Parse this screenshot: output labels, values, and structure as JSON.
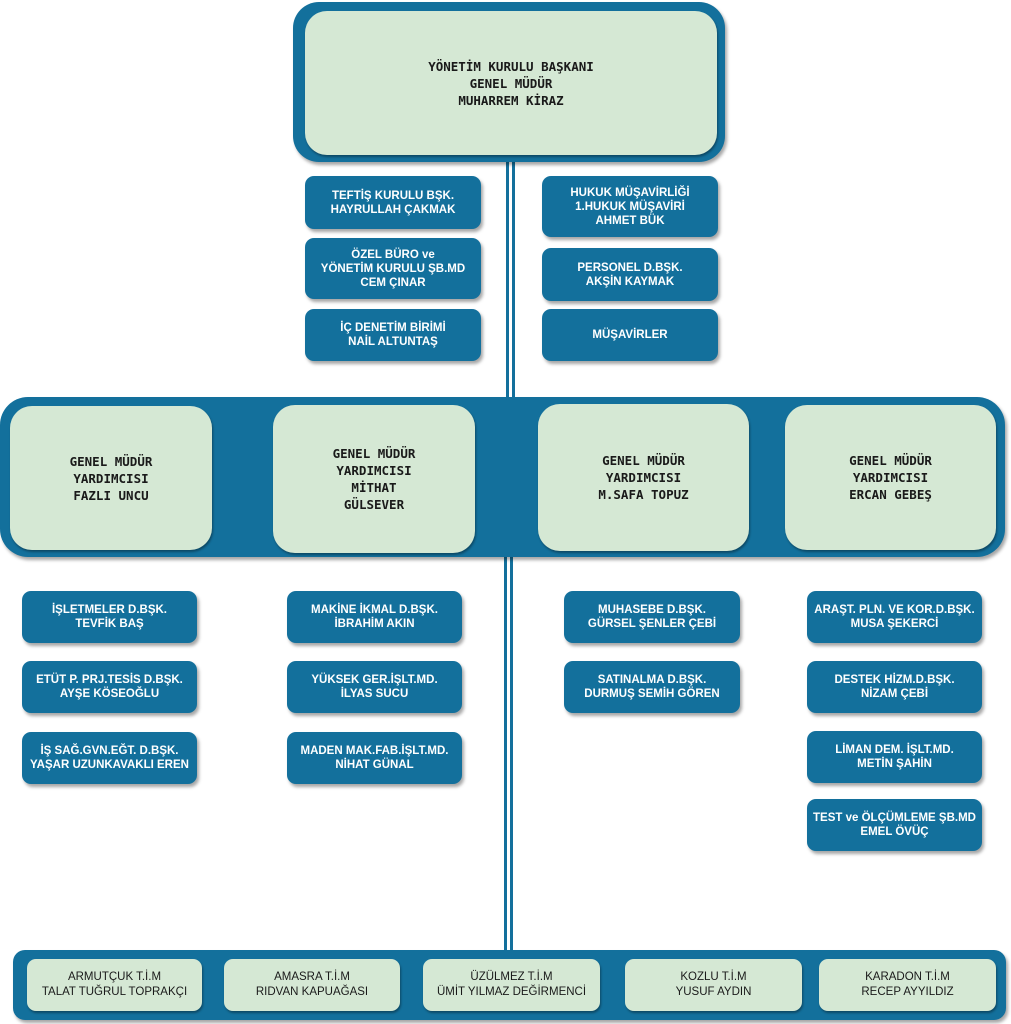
{
  "colors": {
    "frame": "#13709c",
    "inner": "#d5e8d4",
    "box_text": "#ffffff",
    "inner_text": "#1a1a1a"
  },
  "top": {
    "lines": [
      "YÖNETİM KURULU BAŞKANI",
      "GENEL MÜDÜR",
      "MUHARREM KİRAZ"
    ]
  },
  "staff_left": [
    {
      "lines": [
        "TEFTİŞ KURULU BŞK.",
        "HAYRULLAH ÇAKMAK"
      ]
    },
    {
      "lines": [
        "ÖZEL BÜRO ve",
        "YÖNETİM KURULU ŞB.MD",
        "CEM ÇINAR"
      ]
    },
    {
      "lines": [
        "İÇ DENETİM BİRİMİ",
        "NAİL ALTUNTAŞ"
      ]
    }
  ],
  "staff_right": [
    {
      "lines": [
        "HUKUK MÜŞAVİRLİĞİ",
        "1.HUKUK MÜŞAVİRİ",
        "AHMET BÜK"
      ]
    },
    {
      "lines": [
        "PERSONEL D.BŞK.",
        "AKŞİN KAYMAK"
      ]
    },
    {
      "lines": [
        "MÜŞAVİRLER"
      ]
    }
  ],
  "deputies": [
    {
      "lines": [
        "GENEL MÜDÜR",
        "YARDIMCISI",
        "FAZLI UNCU"
      ]
    },
    {
      "lines": [
        "GENEL MÜDÜR",
        "YARDIMCISI",
        "MİTHAT",
        "GÜLSEVER"
      ]
    },
    {
      "lines": [
        "GENEL MÜDÜR",
        "YARDIMCISI",
        "M.SAFA TOPUZ"
      ]
    },
    {
      "lines": [
        "GENEL MÜDÜR",
        "YARDIMCISI",
        "ERCAN GEBEŞ"
      ]
    }
  ],
  "departments": [
    [
      {
        "lines": [
          "İŞLETMELER D.BŞK.",
          "TEVFİK BAŞ"
        ]
      },
      {
        "lines": [
          "ETÜT P. PRJ.TESİS D.BŞK.",
          "AYŞE KÖSEOĞLU"
        ]
      },
      {
        "lines": [
          "İŞ SAĞ.GVN.EĞT. D.BŞK.",
          "YAŞAR UZUNKAVAKLI EREN"
        ]
      }
    ],
    [
      {
        "lines": [
          "MAKİNE İKMAL D.BŞK.",
          "İBRAHİM AKIN"
        ]
      },
      {
        "lines": [
          "YÜKSEK GER.İŞLT.MD.",
          "İLYAS SUCU"
        ]
      },
      {
        "lines": [
          "MADEN MAK.FAB.İŞLT.MD.",
          "NİHAT GÜNAL"
        ]
      }
    ],
    [
      {
        "lines": [
          "MUHASEBE D.BŞK.",
          "GÜRSEL ŞENLER ÇEBİ"
        ]
      },
      {
        "lines": [
          "SATINALMA D.BŞK.",
          "DURMUŞ SEMİH GÖREN"
        ]
      }
    ],
    [
      {
        "lines": [
          "ARAŞT. PLN. VE KOR.D.BŞK.",
          "MUSA ŞEKERCİ"
        ]
      },
      {
        "lines": [
          "DESTEK HİZM.D.BŞK.",
          "NİZAM ÇEBİ"
        ]
      },
      {
        "lines": [
          "LİMAN DEM. İŞLT.MD.",
          "METİN ŞAHİN"
        ]
      },
      {
        "lines": [
          "TEST ve ÖLÇÜMLEME ŞB.MD",
          "EMEL ÖVÜÇ"
        ]
      }
    ]
  ],
  "units": [
    {
      "lines": [
        "ARMUTÇUK T.İ.M",
        "TALAT TUĞRUL TOPRAKÇI"
      ]
    },
    {
      "lines": [
        "AMASRA T.İ.M",
        "RIDVAN KAPUAĞASI"
      ]
    },
    {
      "lines": [
        "ÜZÜLMEZ T.İ.M",
        "ÜMİT YILMAZ DEĞİRMENCİ"
      ]
    },
    {
      "lines": [
        "KOZLU T.İ.M",
        "YUSUF AYDIN"
      ]
    },
    {
      "lines": [
        "KARADON T.İ.M",
        "RECEP AYYILDIZ"
      ]
    }
  ]
}
